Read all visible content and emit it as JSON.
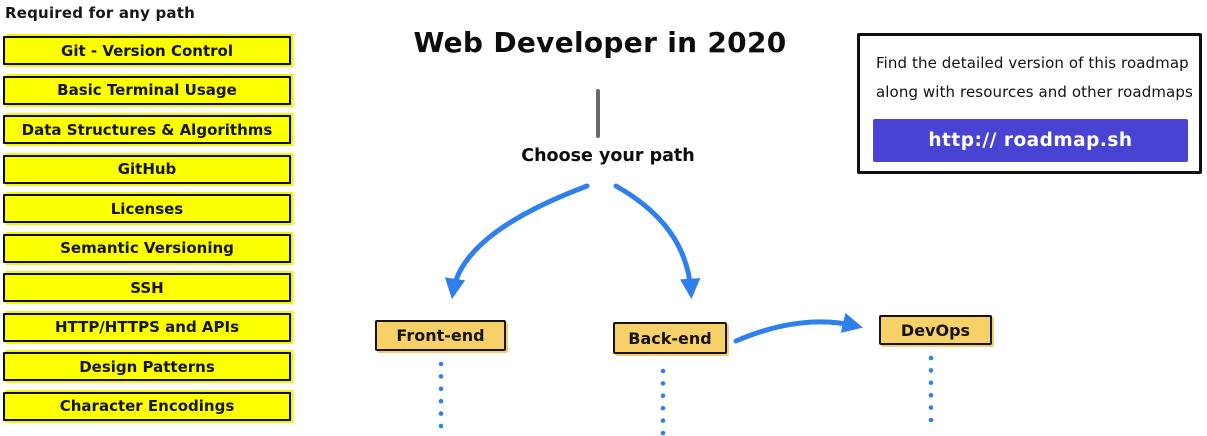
{
  "left_panel": {
    "heading": "Required for any path",
    "items": [
      "Git - Version Control",
      "Basic Terminal Usage",
      "Data Structures & Algorithms",
      "GitHub",
      "Licenses",
      "Semantic Versioning",
      "SSH",
      "HTTP/HTTPS and APIs",
      "Design Patterns",
      "Character Encodings"
    ]
  },
  "center": {
    "title": "Web Developer in 2020",
    "choose_label": "Choose your path",
    "paths": [
      "Front-end",
      "Back-end",
      "DevOps"
    ]
  },
  "info_box": {
    "line1": "Find the detailed version of this roadmap",
    "line2": "along with resources and other roadmaps",
    "button_label": "http:// roadmap.sh"
  },
  "colors": {
    "highlight_yellow": "#fcff00",
    "path_box_orange": "#f8d069",
    "arrow_blue": "#2f80ed",
    "button_indigo": "#4843d2",
    "connector_gray": "#696969"
  }
}
